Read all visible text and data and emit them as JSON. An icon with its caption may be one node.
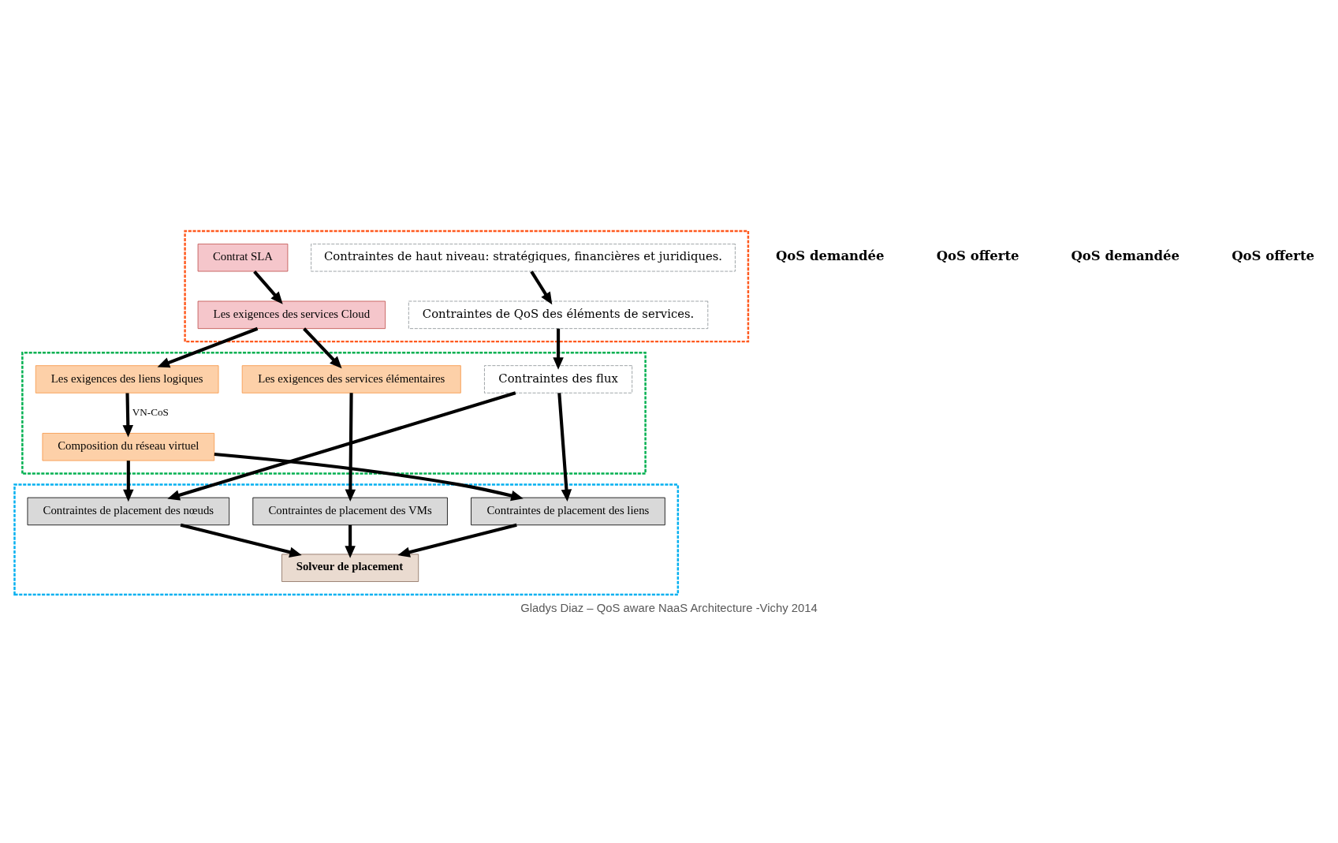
{
  "diagram": {
    "caption": "Gladys Diaz – QoS aware NaaS Architecture -Vichy 2014",
    "nodes": [
      {
        "text": [],
        "shape": "box"
      },
      {
        "text": [
          "Contrat SLA"
        ],
        "in": 0
      },
      {
        "text": [
          "Les exigences des services Cloud"
        ],
        "in": 0
      },
      {
        "text": [
          "Contraintes de haut niveau: stratégiques, financières et juridiques."
        ],
        "in": 0
      },
      {
        "text": [
          "Contraintes de QoS des éléments de services."
        ],
        "in": 0
      },
      {
        "text": [],
        "shape": "box"
      },
      {
        "text": [
          "Les exigences des services élémentaires"
        ],
        "in": 5
      },
      {
        "text": [
          "Les exigences des liens logiques"
        ],
        "in": 5
      },
      {
        "text": [
          "Composition du réseau virtuel"
        ],
        "in": 5
      },
      {
        "text": [
          "Contraintes des flux"
        ],
        "in": 5
      },
      {
        "text": [],
        "shape": "box"
      },
      {
        "text": [
          "Contraintes de placement des VMs"
        ],
        "in": 10
      },
      {
        "text": [
          "Contraintes de placement des nœuds"
        ],
        "in": 10
      },
      {
        "text": [
          "Contraintes de placement des liens"
        ],
        "in": 10
      },
      {
        "text": [
          "Solveur de placement"
        ],
        "in": 10
      }
    ],
    "edges": [
      {
        "from": 1,
        "to": 2,
        "arrow": "to"
      },
      {
        "from": 3,
        "to": 4,
        "arrow": "to"
      },
      {
        "from": 2,
        "to": 6,
        "arrow": "to"
      },
      {
        "from": 2,
        "to": 7,
        "arrow": "to"
      },
      {
        "from": 4,
        "to": 9,
        "arrow": "to"
      },
      {
        "from": 7,
        "to": 8,
        "arrow": "to",
        "label": "VN-CoS"
      },
      {
        "from": 6,
        "to": 11,
        "arrow": "to"
      },
      {
        "from": 8,
        "to": 12,
        "arrow": "to"
      },
      {
        "from": 8,
        "to": 13,
        "arrow": "to"
      },
      {
        "from": 9,
        "to": 12,
        "arrow": "to"
      },
      {
        "from": 9,
        "to": 13,
        "arrow": "to"
      },
      {
        "from": 11,
        "to": 14,
        "arrow": "to"
      },
      {
        "from": 12,
        "to": 14,
        "arrow": "to"
      },
      {
        "from": 13,
        "to": 14,
        "arrow": "to"
      }
    ],
    "labels": [
      "QoS demandée",
      "QoS offerte",
      "QoS demandée",
      "QoS offerte"
    ]
  }
}
